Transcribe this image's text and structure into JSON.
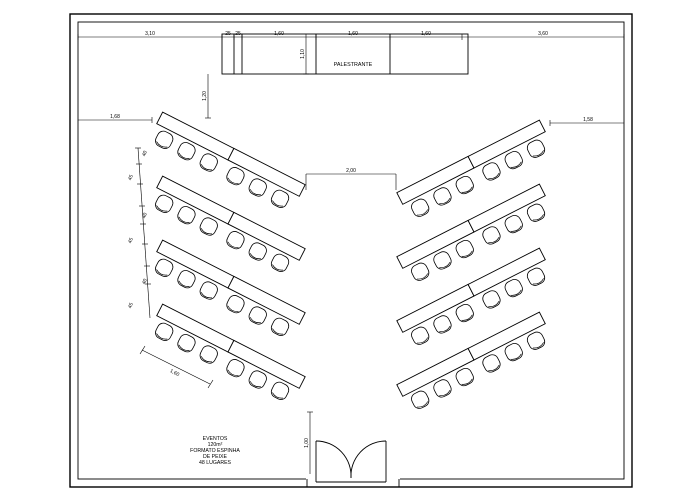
{
  "dimensions": {
    "top": [
      "3,10",
      "25",
      "25",
      "1,60",
      "1,60",
      "1,60",
      "3,60"
    ],
    "podium_depth": "1,10",
    "stage_gap": "1,20",
    "left_margin": "1,68",
    "right_margin": "1,58",
    "aisle_width": "2,00",
    "row_offsets": [
      "40",
      "45",
      "40",
      "45",
      "40",
      "45"
    ],
    "table_length": "1,60",
    "door_height": "1,00"
  },
  "podium": {
    "label": "PALESTRANTE"
  },
  "notes": {
    "lines": [
      "EVENTOS",
      "120m²",
      "FORMATO ESPINHA",
      "DE PEIXE",
      "48 LUGARES"
    ]
  },
  "layout": {
    "rows_per_side": 4,
    "tables_per_row": 2,
    "chairs_per_table": 3
  }
}
